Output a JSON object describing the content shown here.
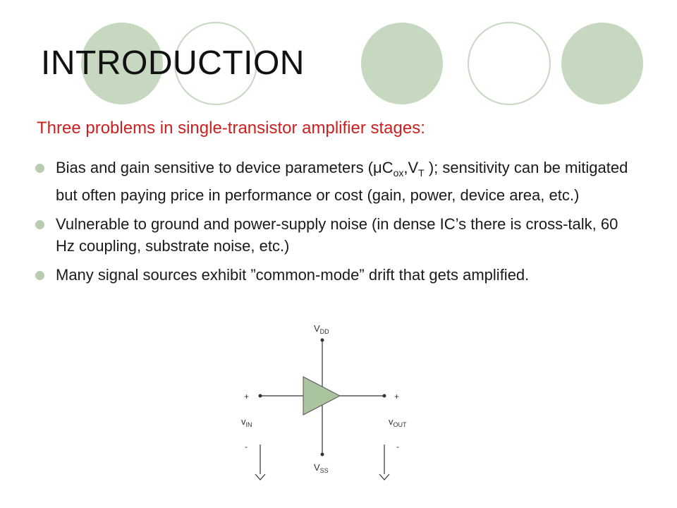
{
  "slide": {
    "title": "INTRODUCTION",
    "subtitle": "Three problems in single-transistor amplifier stages:",
    "bullets": [
      {
        "part_a": "Bias and gain sensitive to device parameters (μC",
        "sub_ox": "ox",
        "part_b": ",V",
        "sub_t": "T",
        "part_c": " ); sensitivity can be mitigated but often paying price in performance or cost (gain, power, device area, etc.)"
      },
      {
        "text": "Vulnerable to ground and power-supply noise (in dense IC’s there is cross-talk, 60 Hz coupling, substrate noise, etc.)"
      },
      {
        "text": "Many signal sources exhibit ”common-mode” drift that gets amplified."
      }
    ]
  },
  "diagram": {
    "vdd_main": "V",
    "vdd_sub": "DD",
    "vss_main": "V",
    "vss_sub": "SS",
    "vin_main": "v",
    "vin_sub": "IN",
    "vout_main": "v",
    "vout_sub": "OUT",
    "plus": "+",
    "minus": "-"
  },
  "colors": {
    "title": "#111111",
    "subtitle": "#cc1f1f",
    "bullet": "#b8ccb0",
    "circle_fill": "#c6d8c0",
    "circle_stroke": "#c6d8c0",
    "amp_fill": "#a9c49f"
  }
}
